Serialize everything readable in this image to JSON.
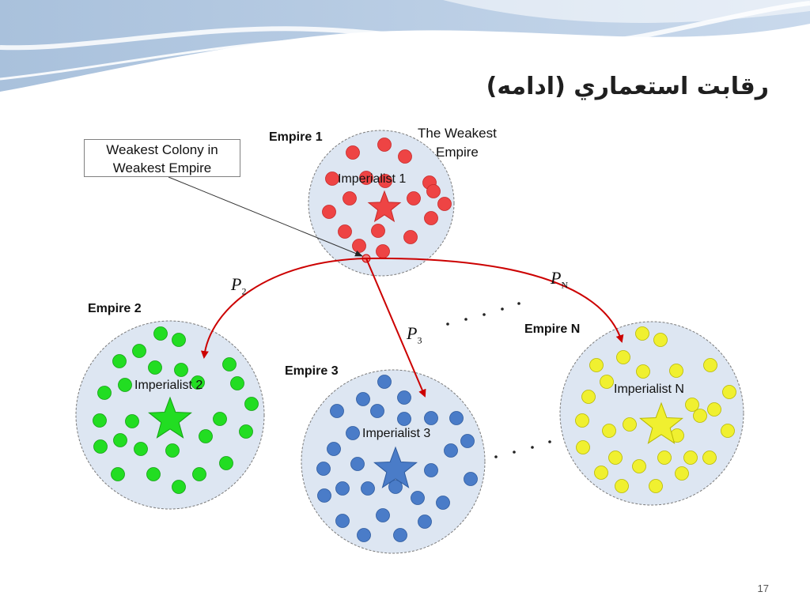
{
  "title": "رقابت استعماري (ادامه)",
  "callout": {
    "line1": "Weakest Colony in",
    "line2": "Weakest Empire"
  },
  "weakest_label": {
    "line1": "The Weakest",
    "line2": "Empire"
  },
  "empires": [
    {
      "id": "empire-1",
      "name": "Empire 1",
      "imperialist": "Imperialist 1",
      "color": "#ee4444",
      "stroke": "#c62828"
    },
    {
      "id": "empire-2",
      "name": "Empire 2",
      "imperialist": "Imperialist 2",
      "color": "#22dd22",
      "stroke": "#14a014"
    },
    {
      "id": "empire-3",
      "name": "Empire 3",
      "imperialist": "Imperialist 3",
      "color": "#4a7cc8",
      "stroke": "#2d5a9e"
    },
    {
      "id": "empire-n",
      "name": "Empire N",
      "imperialist": "Imperialist N",
      "color": "#f0f030",
      "stroke": "#b8b800"
    }
  ],
  "probabilities": {
    "p2": {
      "base": "P",
      "sub": "2"
    },
    "p3": {
      "base": "P",
      "sub": "3"
    },
    "pn": {
      "base": "P",
      "sub": "N"
    }
  },
  "colors": {
    "arrow": "#cc0000",
    "empire_fill": "#dde6f2",
    "empire_border": "#7a7a7a"
  },
  "slide_number": "17"
}
